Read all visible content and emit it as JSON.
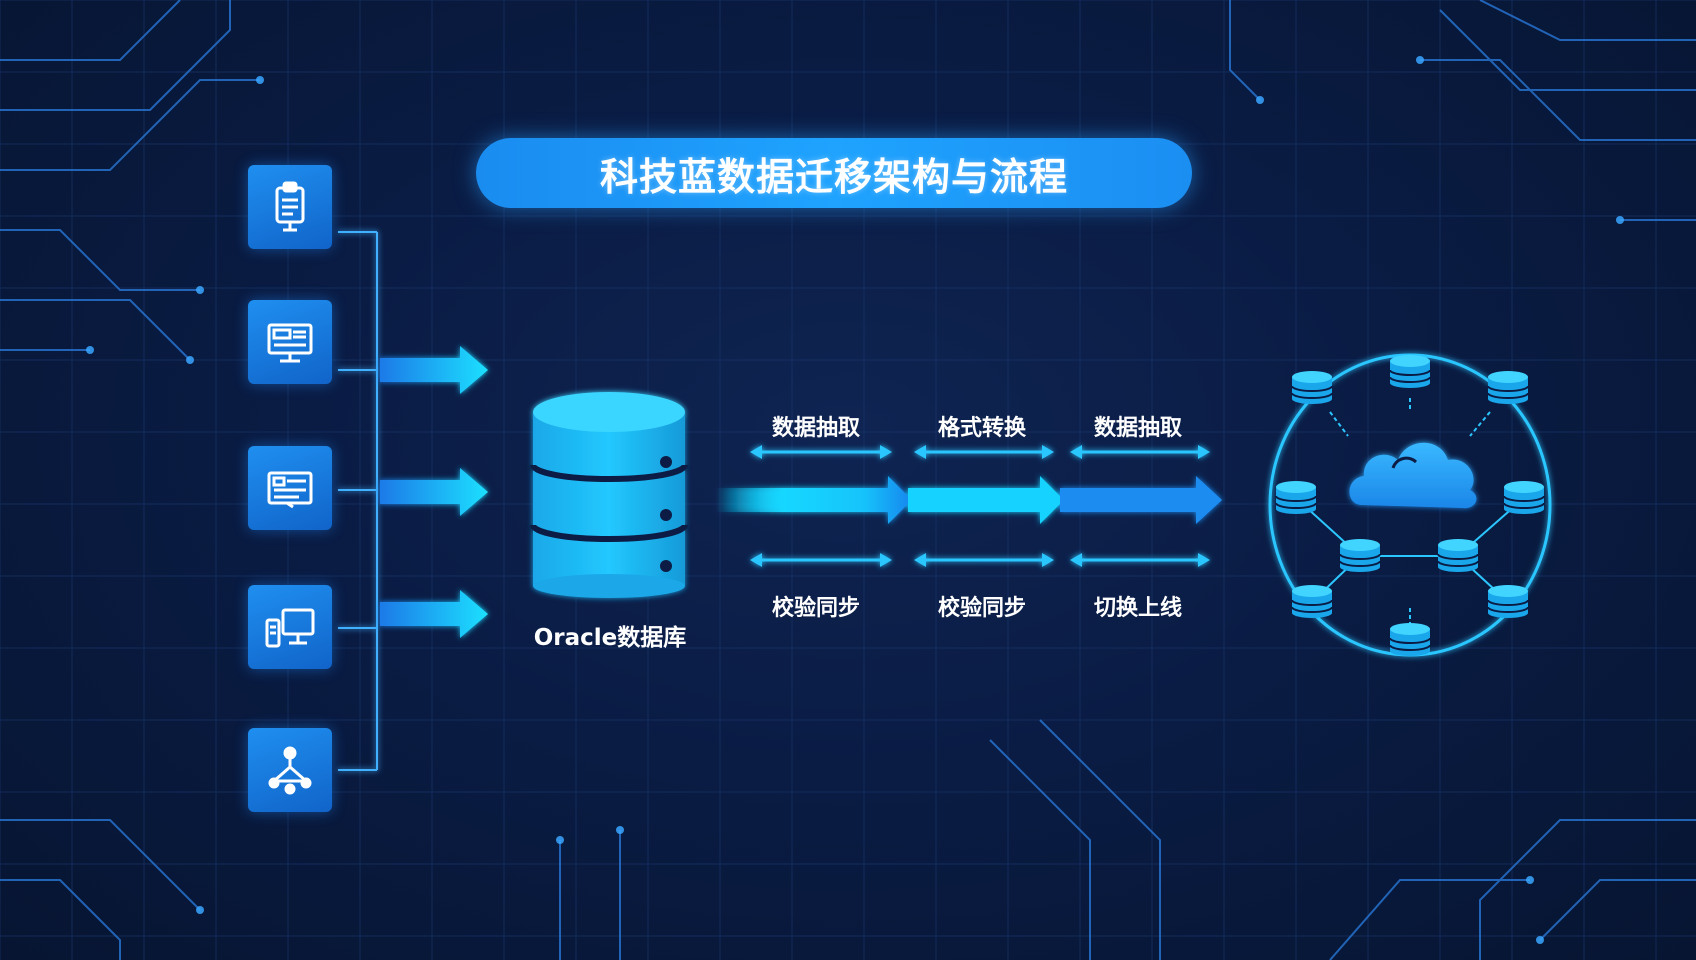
{
  "title": "科技蓝数据迁移架构与流程",
  "source_systems": [
    {
      "icon": "clipboard-document-icon"
    },
    {
      "icon": "monitor-icon"
    },
    {
      "icon": "document-screen-icon"
    },
    {
      "icon": "desktop-computer-icon"
    },
    {
      "icon": "network-node-icon"
    }
  ],
  "source_db": {
    "label": "Oracle数据库"
  },
  "steps_top": [
    "数据抽取",
    "格式转换",
    "数据抽取"
  ],
  "steps_bottom": [
    "校验同步",
    "校验同步",
    "切换上线"
  ],
  "target": {
    "center_icon": "cloud-icon",
    "node_icon": "database-icon"
  },
  "colors": {
    "background": "#0a1c44",
    "accent": "#1fa3ff",
    "arrow": "#18c8f5",
    "tile": "#1676dc"
  }
}
